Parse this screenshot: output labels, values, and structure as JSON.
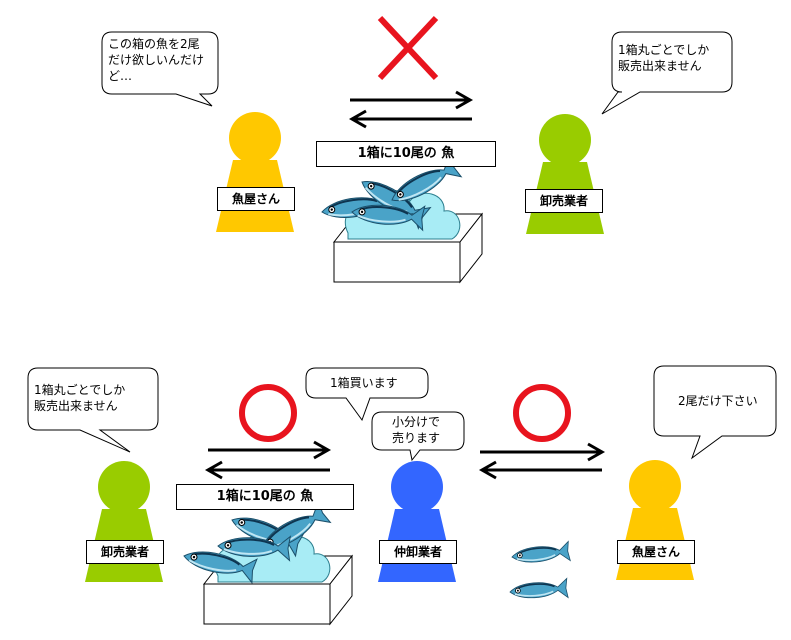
{
  "scene_top": {
    "mark": "cross",
    "buyer_speech": "この箱の魚を2尾\nだけ欲しいんだけ\nど…",
    "wholesaler_speech": "1箱丸ごとでしか\n販売出来ません",
    "box_banner": "1箱に10尾の 魚",
    "buyer_label": "魚屋さん",
    "wholesaler_label": "卸売業者"
  },
  "scene_bottom": {
    "marks": [
      "circle",
      "circle"
    ],
    "wholesaler_speech": "1箱丸ごとでしか\n販売出来ません",
    "middleman_buy_speech": "1箱買います",
    "middleman_split_speech": "小分けで\n売ります",
    "buyer_speech": "2尾だけ下さい",
    "box_banner": "1箱に10尾の 魚",
    "wholesaler_label": "卸売業者",
    "middleman_label": "仲卸業者",
    "buyer_label": "魚屋さん"
  },
  "colors": {
    "fishmonger": "#FFC800",
    "wholesaler": "#99CC00",
    "middleman": "#3366FF",
    "mark_red": "#E8141E"
  }
}
